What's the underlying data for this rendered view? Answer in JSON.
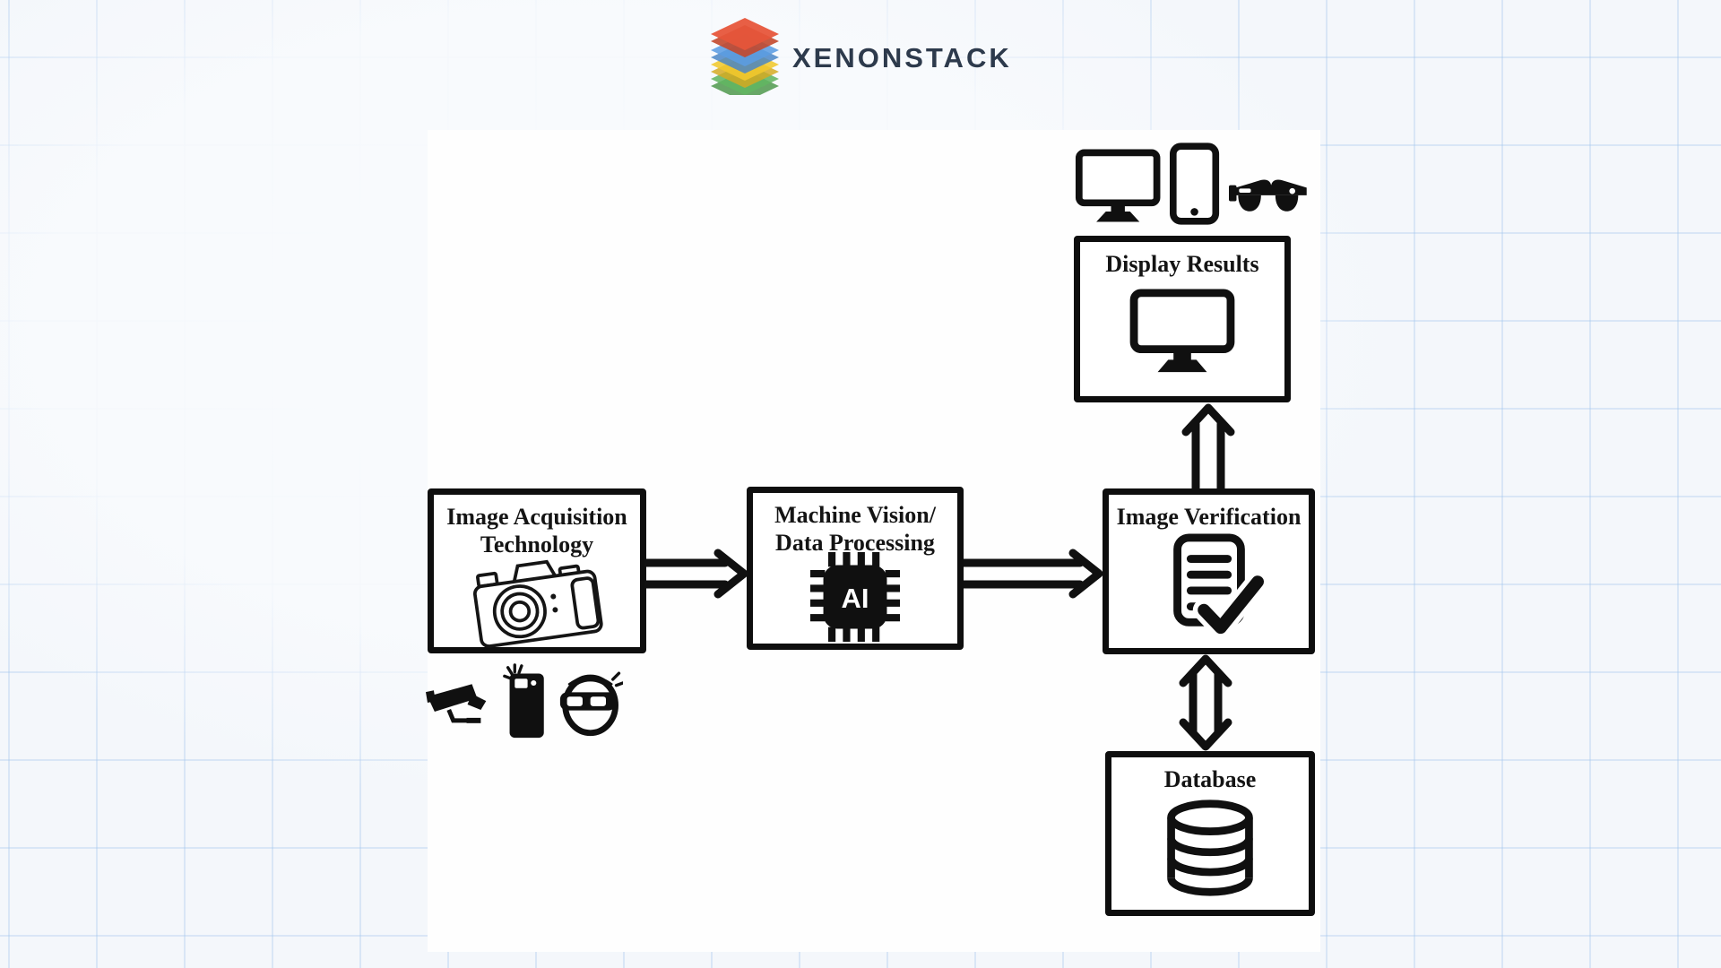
{
  "brand": {
    "name": "XENONSTACK",
    "logo_icon": "layer-stack-icon",
    "logo_colors": {
      "red": "#e5492a",
      "blue": "#4e95e0",
      "yellow": "#f1c51d",
      "green": "#57b155",
      "text": "#2d3a4c"
    }
  },
  "diagram": {
    "ai_label": "AI",
    "boxes": {
      "acquisition": {
        "line1": "Image Acquisition",
        "line2": "Technology",
        "icon": "dslr-camera-icon"
      },
      "machine_vision": {
        "line1": "Machine Vision/",
        "line2": "Data Processing",
        "icon": "ai-chip-icon"
      },
      "verification": {
        "line1": "Image Verification",
        "icon": "document-check-icon"
      },
      "display": {
        "line1": "Display Results",
        "icon": "monitor-icon"
      },
      "database": {
        "line1": "Database",
        "icon": "database-cylinder-icon"
      }
    },
    "peripheral_icons": {
      "capture_sources": [
        "cctv-camera-icon",
        "smartphone-camera-icon",
        "ar-headset-user-icon"
      ],
      "display_devices": [
        "monitor-icon",
        "smartphone-icon",
        "smart-glasses-icon"
      ]
    },
    "connections": [
      {
        "from": "acquisition",
        "to": "machine_vision",
        "style": "open-double-line",
        "direction": "right"
      },
      {
        "from": "machine_vision",
        "to": "verification",
        "style": "open-double-line",
        "direction": "right"
      },
      {
        "from": "verification",
        "to": "display",
        "style": "open-double-line",
        "direction": "up"
      },
      {
        "from": "verification",
        "to": "database",
        "style": "open-double-line",
        "direction": "both"
      }
    ],
    "colors": {
      "box_border": "#0e0e0e",
      "box_fill": "#ffffff",
      "line": "#111111",
      "grid_line": "#cfe0f5",
      "canvas": "#fefefe"
    }
  }
}
